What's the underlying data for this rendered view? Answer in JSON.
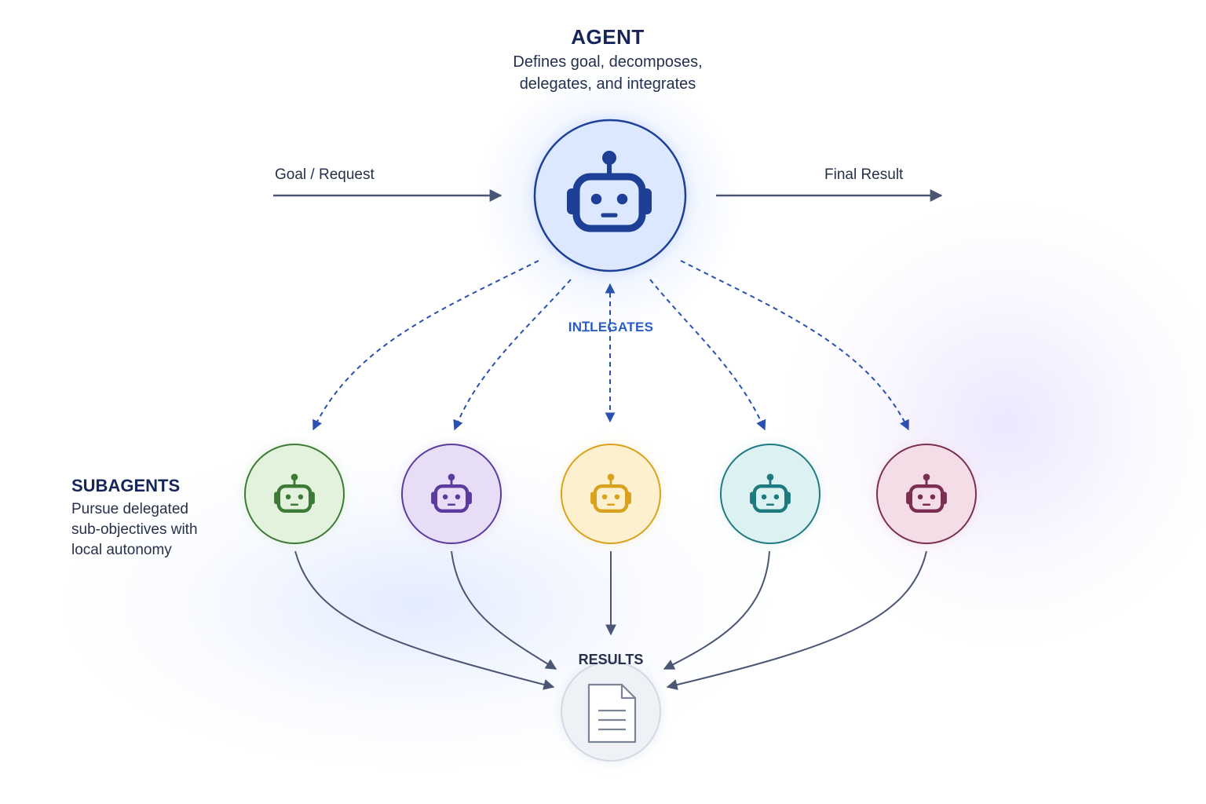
{
  "agent": {
    "title": "AGENT",
    "description_lines": [
      "Defines goal, decomposes,",
      "delegates, and integrates"
    ],
    "color": "#1e3f96",
    "fill": "#dce8ff"
  },
  "flow": {
    "input_label": "Goal / Request",
    "output_label": "Final Result",
    "integrates_label": "INꞮLEGATES"
  },
  "subagents": {
    "title": "SUBAGENTS",
    "description_lines": [
      "Pursue delegated",
      "sub-objectives with",
      "local autonomy"
    ],
    "items": [
      {
        "icon": "robot-icon",
        "color": "#3d7a36",
        "fill": "#e2f2dc"
      },
      {
        "icon": "robot-icon",
        "color": "#5b3c9e",
        "fill": "#e7ddf7"
      },
      {
        "icon": "robot-icon",
        "color": "#d9a21e",
        "fill": "#fdf0cf"
      },
      {
        "icon": "robot-icon",
        "color": "#1f7a80",
        "fill": "#dcf1f1"
      },
      {
        "icon": "robot-icon",
        "color": "#7a2f52",
        "fill": "#f5dde8"
      }
    ]
  },
  "results": {
    "title": "RESULTS",
    "icon": "document-icon",
    "color": "#7c8596",
    "fill": "#eef1f6"
  },
  "connector_color": "#4a5673",
  "delegate_color": "#2a50b0"
}
